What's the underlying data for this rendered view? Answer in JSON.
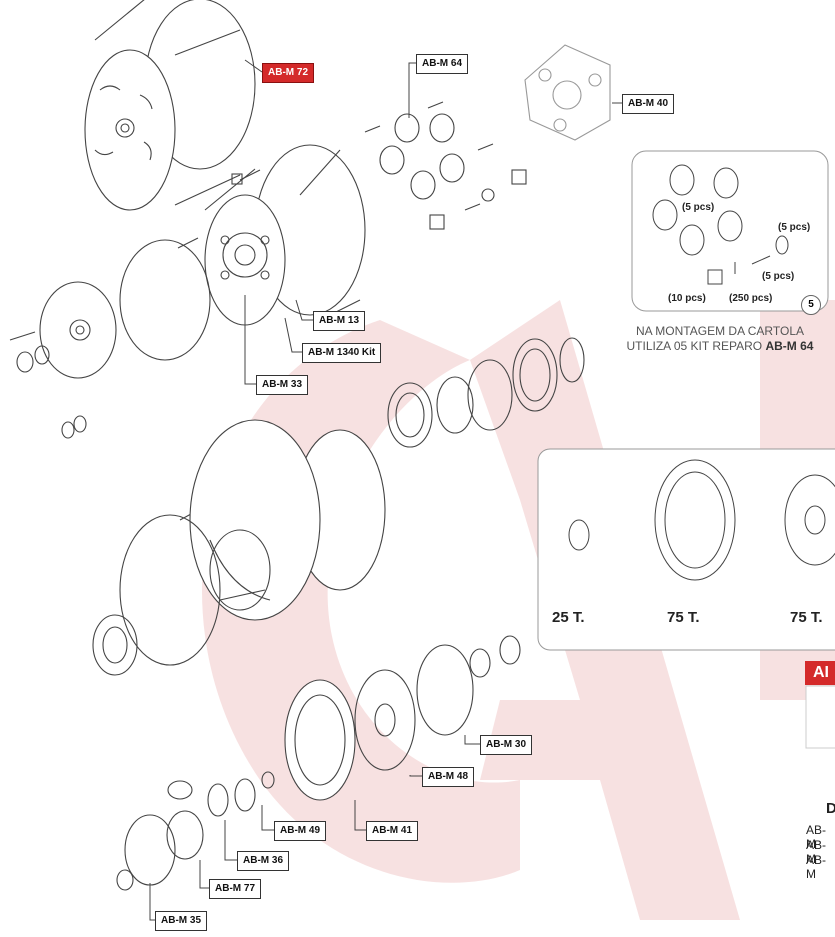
{
  "callouts": {
    "m72": "AB-M 72",
    "m64": "AB-M 64",
    "m40": "AB-M 40",
    "m13": "AB-M 13",
    "m1340": "AB-M 1340 Kit",
    "m33": "AB-M 33",
    "m30": "AB-M 30",
    "m48": "AB-M 48",
    "m49": "AB-M 49",
    "m41": "AB-M 41",
    "m36": "AB-M 36",
    "m77": "AB-M 77",
    "m35": "AB-M 35"
  },
  "kit_box": {
    "qty_rollers": "(5 pcs)",
    "qty_shafts": "(5 pcs)",
    "qty_pins": "(5 pcs)",
    "qty_plates": "(10 pcs)",
    "qty_springs": "(250 pcs)",
    "kit_count": "5",
    "note_line1": "NA MONTAGEM DA CARTOLA",
    "note_line2": "UTILIZA 05 KIT REPARO ",
    "note_code": "AB-M 64"
  },
  "teeth_box": {
    "t1": "25 T.",
    "t2": "75 T.",
    "t3": "75 T."
  },
  "side_panel": {
    "tab": "AI",
    "list_title": "D",
    "rows": [
      "AB-M",
      "AB-M",
      "AB-M"
    ]
  },
  "colors": {
    "highlight": "#d42a2a",
    "watermark": "#f3d4d4"
  }
}
